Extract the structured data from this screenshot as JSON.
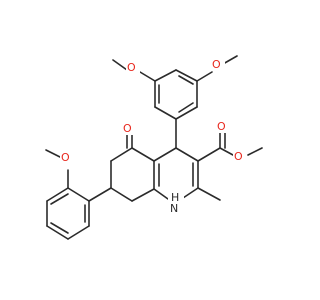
{
  "molecule": {
    "atoms": {
      "o_methoxy_top": "O",
      "o_methoxy_left": "O",
      "o_ester_carbonyl": "O",
      "o_ester_ether": "O",
      "o_ketone": "O",
      "o_methoxy_aryl": "O",
      "nh": "H",
      "n": "N"
    },
    "colors": {
      "bond": "#2b2b2b",
      "oxygen": "#e8281e",
      "nitrogen": "#2b2b2b"
    }
  }
}
